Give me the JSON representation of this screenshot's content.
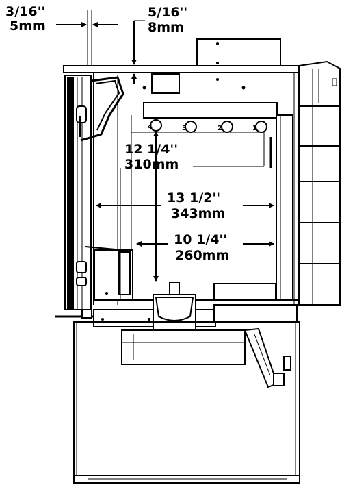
{
  "dimensions": {
    "glass_gap": {
      "imperial": "3/16''",
      "metric": "5mm"
    },
    "top_gap": {
      "imperial": "5/16''",
      "metric": "8mm"
    },
    "burner_depth": {
      "imperial": "12  1/4''",
      "metric": "310mm"
    },
    "firebox_width": {
      "imperial": "13  1/2''",
      "metric": "343mm"
    },
    "lower_width": {
      "imperial": "10  1/4''",
      "metric": "260mm"
    }
  },
  "burner_ports": [
    "4",
    "3",
    "2",
    "1"
  ]
}
